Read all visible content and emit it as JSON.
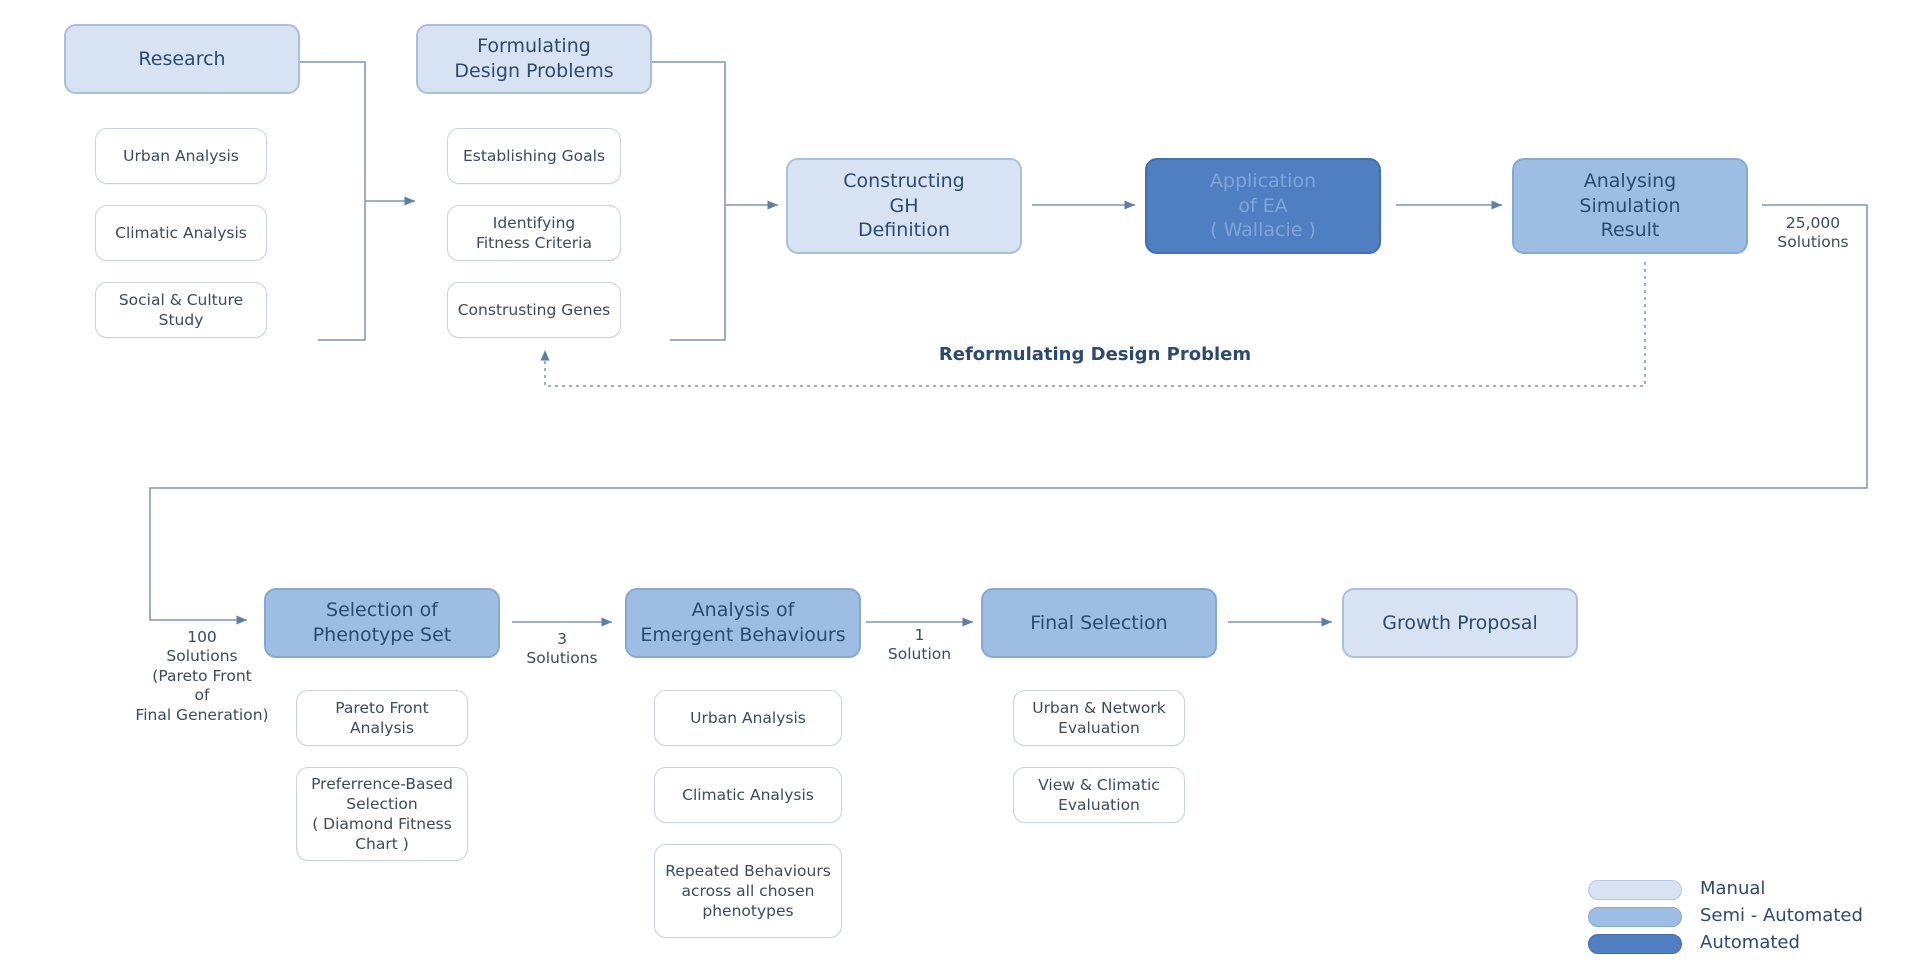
{
  "nodes": {
    "research": "Research",
    "formulating": "Formulating\nDesign Problems",
    "constructing_gh": "Constructing\nGH\nDefinition",
    "application_ea": "Application\nof EA\n( Wallacie )",
    "analysing_sim": "Analysing\nSimulation\nResult",
    "selection_pheno": "Selection of\nPhenotype Set",
    "analysis_emergent": "Analysis of\nEmergent Behaviours",
    "final_selection": "Final Selection",
    "growth_proposal": "Growth Proposal"
  },
  "subs": {
    "urban_analysis_1": "Urban Analysis",
    "climatic_analysis_1": "Climatic Analysis",
    "social_culture": "Social & Culture\nStudy",
    "establishing_goals": "Establishing Goals",
    "identifying_fitness": "Identifying\nFitness Criteria",
    "constructing_genes": "Construsting Genes",
    "pareto_front": "Pareto Front\nAnalysis",
    "preference_based": "Preferrence-Based\nSelection\n( Diamond Fitness\nChart )",
    "urban_analysis_2": "Urban Analysis",
    "climatic_analysis_2": "Climatic Analysis",
    "repeated_behaviours": "Repeated Behaviours\nacross all chosen\nphenotypes",
    "urban_network_eval": "Urban & Network\nEvaluation",
    "view_climatic_eval": "View & Climatic\nEvaluation"
  },
  "labels": {
    "solutions_25000": "25,000\nSolutions",
    "reformulating": "Reformulating Design Problem",
    "solutions_100": "100\nSolutions\n(Pareto Front\nof\nFinal Generation)",
    "solutions_3": "3\nSolutions",
    "solutions_1": "1\nSolution"
  },
  "legend": [
    {
      "label": "Manual",
      "color": "#d7e3f2"
    },
    {
      "label": "Semi - Automated",
      "color": "#9ebde2"
    },
    {
      "label": "Automated",
      "color": "#4f7fc1"
    }
  ],
  "colors": {
    "manual": "#d7e3f2",
    "semi_automated": "#9ebde2",
    "automated": "#4f7fc1",
    "connector": "#5b7fa8"
  }
}
